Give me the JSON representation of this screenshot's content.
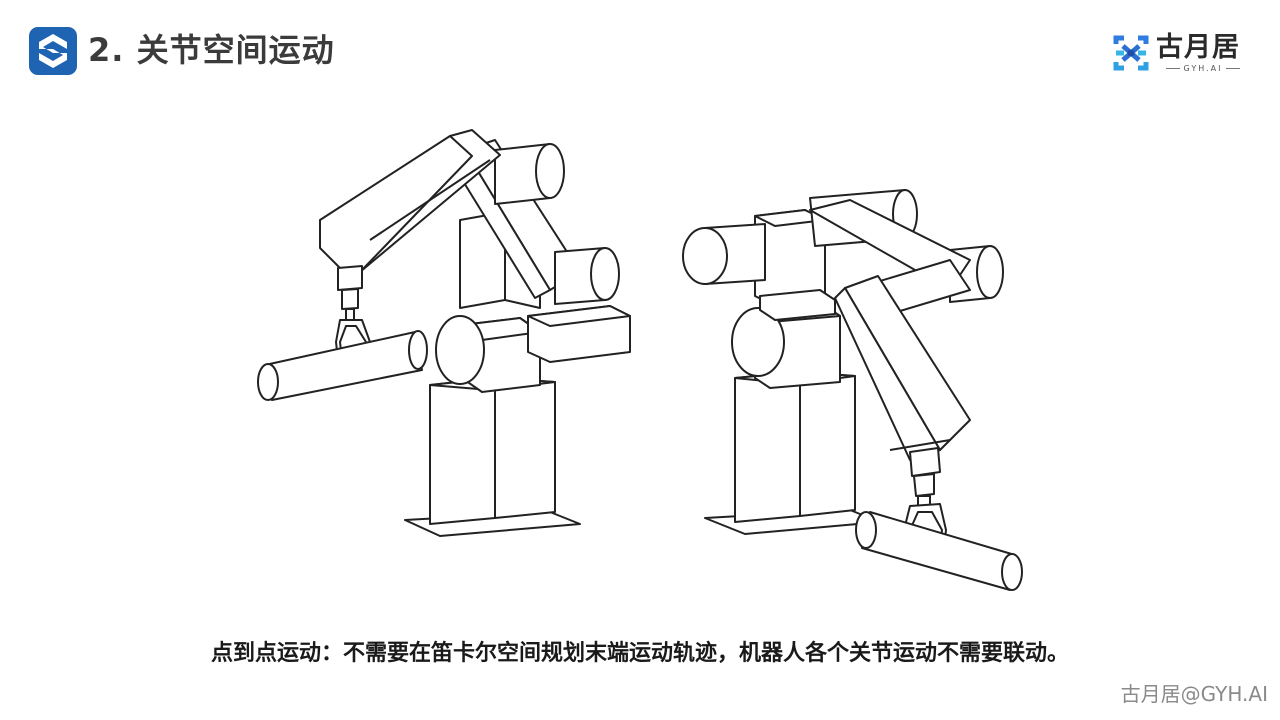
{
  "header": {
    "title": "2. 关节空间运动",
    "icon": "s-logo-icon",
    "icon_color": "#1f63b3"
  },
  "brand": {
    "name": "古月居",
    "sub": "GYH.AI"
  },
  "figure": {
    "description_icon": "robot-arm-illustration"
  },
  "caption": "点到点运动：不需要在笛卡尔空间规划末端运动轨迹，机器人各个关节运动不需要联动。",
  "watermark": "古月居@GYH.AI"
}
